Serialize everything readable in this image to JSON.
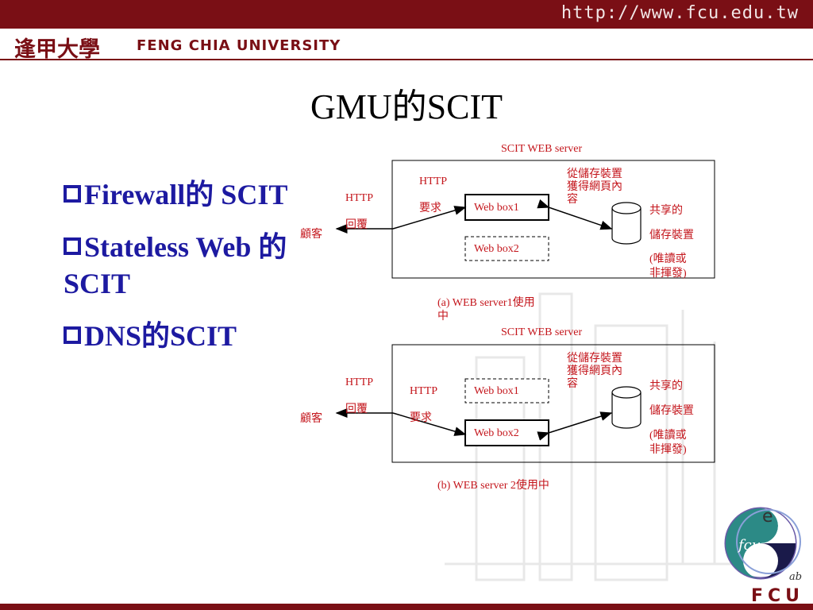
{
  "header": {
    "url": "http://www.fcu.edu.tw",
    "logo_zh": "逢甲大學",
    "logo_en": "FENG CHIA UNIVERSITY"
  },
  "slide": {
    "title": "GMU的SCIT",
    "bullets": [
      "Firewall的 SCIT",
      "Stateless Web 的SCIT",
      "DNS的SCIT"
    ]
  },
  "diagram_a": {
    "server_title": "SCIT WEB server",
    "client": "顧客",
    "http_reply": [
      "HTTP",
      "回覆"
    ],
    "http_request": [
      "HTTP",
      "要求"
    ],
    "webbox1": "Web box1",
    "webbox2": "Web box2",
    "fetch_note": [
      "從儲存裝置",
      "獲得網頁內",
      "容"
    ],
    "storage": [
      "共享的",
      "儲存裝置",
      "(唯讀或",
      "非揮發)"
    ],
    "caption": [
      "(a) WEB server1使用",
      "中"
    ]
  },
  "diagram_b": {
    "server_title": "SCIT WEB server",
    "client": "顧客",
    "http_reply": [
      "HTTP",
      "回覆"
    ],
    "http_request": [
      "HTTP",
      "要求"
    ],
    "webbox1": "Web box1",
    "webbox2": "Web box2",
    "fetch_note": [
      "從儲存裝置",
      "獲得網頁內",
      "容"
    ],
    "storage": [
      "共享的",
      "儲存裝置",
      "(唯讀或",
      "非揮發)"
    ],
    "caption": "(b) WEB server 2使用中"
  },
  "footer_logo": {
    "letters": [
      "e",
      "fcu",
      "e",
      "ab"
    ],
    "mark": "FCU"
  },
  "colors": {
    "brand": "#7a0f15",
    "bullet": "#1d1aa1",
    "label_red": "#c4161c"
  }
}
